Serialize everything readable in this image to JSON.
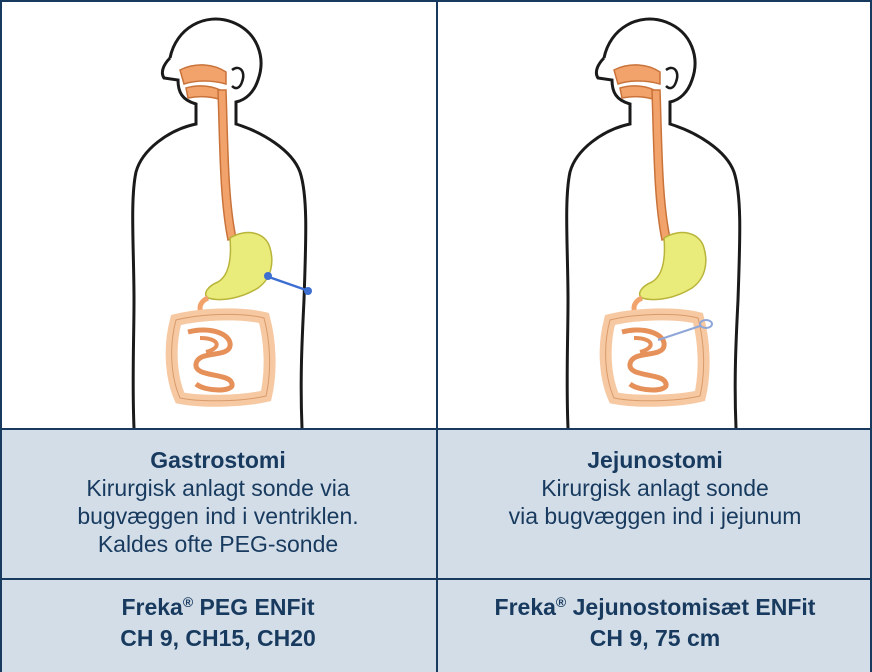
{
  "left": {
    "title": "Gastrostomi",
    "description_lines": [
      "Kirurgisk anlagt sonde via",
      "bugvæggen ind i ventriklen.",
      "Kaldes ofte PEG-sonde"
    ],
    "product": {
      "brand": "Freka",
      "registered_mark": "®",
      "name": " PEG ENFit",
      "sizes": "CH 9, CH15, CH20"
    },
    "illustration_icon": "stomach-peg-tube-icon"
  },
  "right": {
    "title": "Jejunostomi",
    "description_lines": [
      "Kirurgisk anlagt sonde",
      "via bugvæggen ind i jejunum"
    ],
    "product": {
      "brand": "Freka",
      "registered_mark": "®",
      "name": " Jejunostomisæt ENFit",
      "sizes": "CH 9, 75 cm"
    },
    "illustration_icon": "jejunum-tube-icon"
  },
  "colors": {
    "border": "#173a5e",
    "text": "#173a5e",
    "shaded_row": "#d3dde8",
    "esophagus": "#f2a36c",
    "stomach": "#e9eb7a",
    "intestine": "#f6c9a3",
    "tube_blue": "#3d6fd1"
  }
}
